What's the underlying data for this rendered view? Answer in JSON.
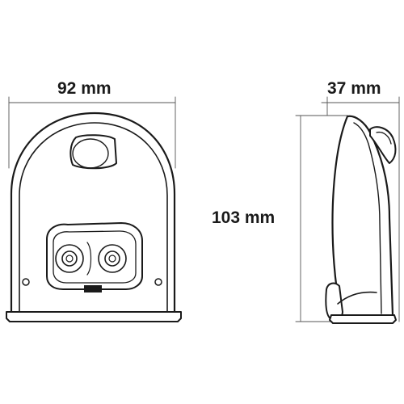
{
  "dimensions": {
    "width": "92 mm",
    "depth": "37 mm",
    "height": "103 mm"
  },
  "colors": {
    "line": "#1a1a1a",
    "thin_line": "#555555",
    "fill": "#ffffff"
  },
  "views": [
    "front-view",
    "side-view"
  ]
}
